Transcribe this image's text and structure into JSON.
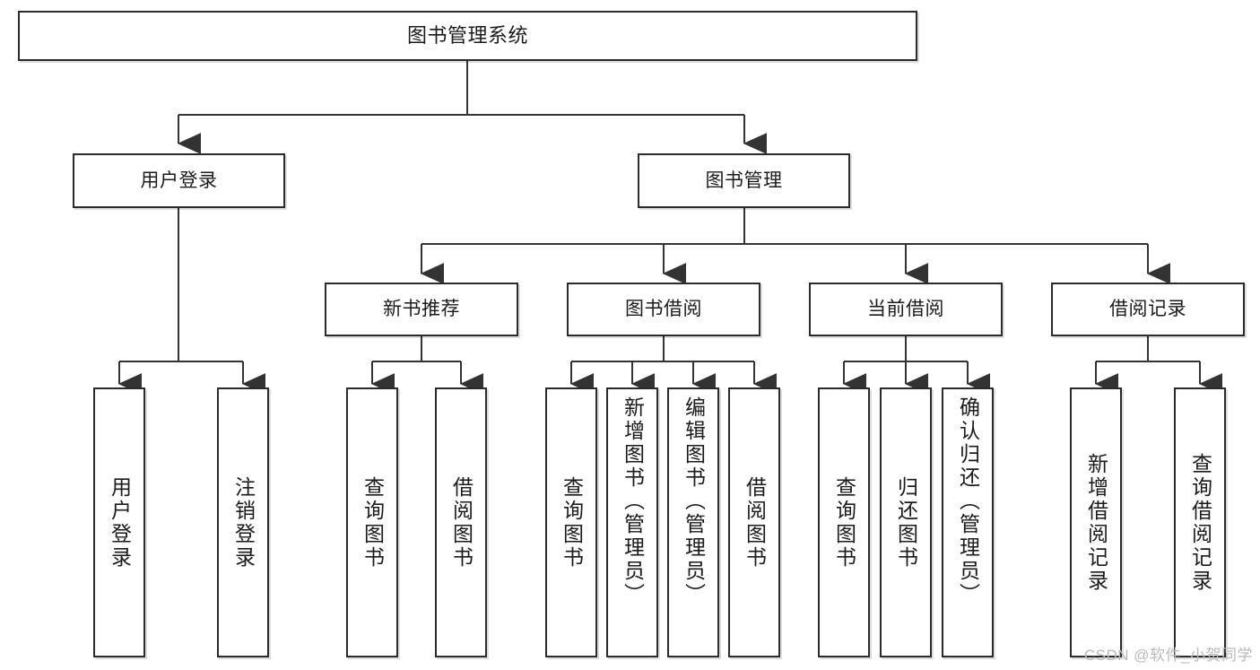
{
  "diagram": {
    "type": "tree",
    "title": "图书管理系统",
    "watermark": "CSDN @软件_小贺同学",
    "levels": [
      {
        "level": 1,
        "nodes": [
          {
            "id": "root",
            "label": "图书管理系统",
            "orientation": "horizontal"
          }
        ]
      },
      {
        "level": 2,
        "nodes": [
          {
            "id": "l2a",
            "label": "用户登录",
            "orientation": "horizontal",
            "parent": "root"
          },
          {
            "id": "l2b",
            "label": "图书管理",
            "orientation": "horizontal",
            "parent": "root"
          }
        ]
      },
      {
        "level": 3,
        "nodes": [
          {
            "id": "l3a",
            "label": "新书推荐",
            "orientation": "horizontal",
            "parent": "l2b"
          },
          {
            "id": "l3b",
            "label": "图书借阅",
            "orientation": "horizontal",
            "parent": "l2b"
          },
          {
            "id": "l3c",
            "label": "当前借阅",
            "orientation": "horizontal",
            "parent": "l2b"
          },
          {
            "id": "l3d",
            "label": "借阅记录",
            "orientation": "horizontal",
            "parent": "l2b"
          }
        ]
      },
      {
        "level": 4,
        "nodes": [
          {
            "id": "leaf1",
            "label": "用户登录",
            "orientation": "vertical",
            "parent": "l2a"
          },
          {
            "id": "leaf2",
            "label": "注销登录",
            "orientation": "vertical",
            "parent": "l2a"
          },
          {
            "id": "leaf3",
            "label": "查询图书",
            "orientation": "vertical",
            "parent": "l3a"
          },
          {
            "id": "leaf4",
            "label": "借阅图书",
            "orientation": "vertical",
            "parent": "l3a"
          },
          {
            "id": "leaf5",
            "label": "查询图书",
            "orientation": "vertical",
            "parent": "l3b"
          },
          {
            "id": "leaf6",
            "label": "新增图书（管理员）",
            "orientation": "vertical",
            "parent": "l3b"
          },
          {
            "id": "leaf7",
            "label": "编辑图书（管理员）",
            "orientation": "vertical",
            "parent": "l3b"
          },
          {
            "id": "leaf8",
            "label": "借阅图书",
            "orientation": "vertical",
            "parent": "l3b"
          },
          {
            "id": "leaf9",
            "label": "查询图书",
            "orientation": "vertical",
            "parent": "l3c"
          },
          {
            "id": "leaf10",
            "label": "归还图书",
            "orientation": "vertical",
            "parent": "l3c"
          },
          {
            "id": "leaf11",
            "label": "确认归还（管理员）",
            "orientation": "vertical",
            "parent": "l3c"
          },
          {
            "id": "leaf12",
            "label": "新增借阅记录",
            "orientation": "vertical",
            "parent": "l3d"
          },
          {
            "id": "leaf13",
            "label": "查询借阅记录",
            "orientation": "vertical",
            "parent": "l3d"
          }
        ]
      }
    ],
    "colors": {
      "box_border": "#2b2b2b",
      "box_fill": "#ffffff",
      "connector": "#333333",
      "text": "#1b1b1b",
      "watermark": "#b9b9b9"
    }
  }
}
